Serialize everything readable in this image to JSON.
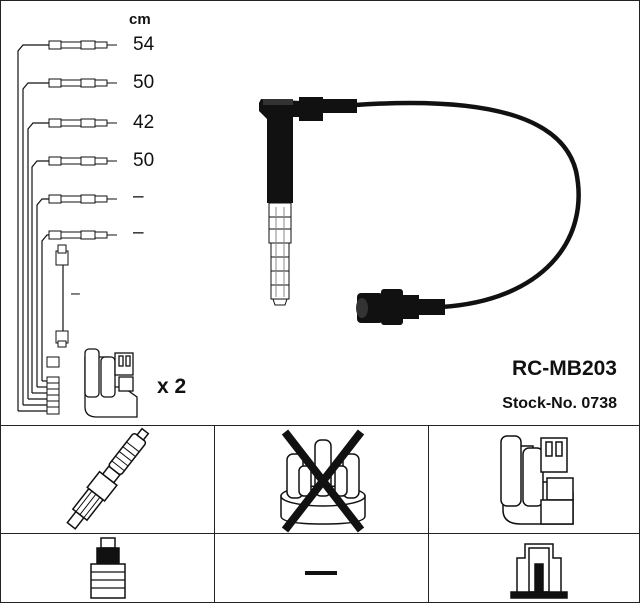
{
  "wire_set": {
    "unit": "cm",
    "lengths": [
      "54",
      "50",
      "42",
      "50",
      "–",
      "–"
    ],
    "short_wire_label": "–",
    "quantity": "x 2"
  },
  "product": {
    "code": "RC-MB203",
    "stock_label": "Stock-No.",
    "stock_number": "0738"
  },
  "grid": {
    "accessory_dash": "–"
  },
  "icons": {
    "spark_plug": "spark-plug-icon",
    "distributor_cap": "distributor-cap-icon",
    "ignition_coil": "ignition-coil-icon",
    "plug_boot": "plug-boot-icon",
    "coil_connector": "coil-connector-icon"
  }
}
